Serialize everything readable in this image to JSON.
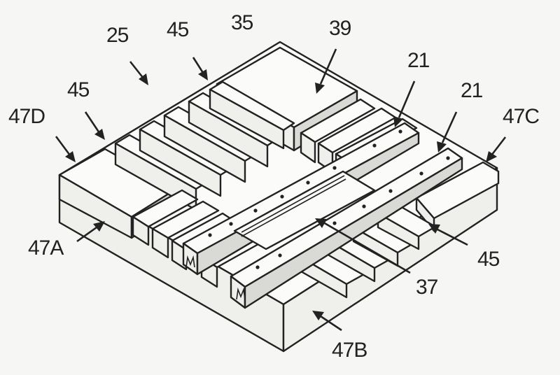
{
  "labels": {
    "l25": "25",
    "l45_top": "45",
    "l35": "35",
    "l39": "39",
    "l21_a": "21",
    "l21_b": "21",
    "l45_left": "45",
    "l47D": "47D",
    "l47C": "47C",
    "l47A": "47A",
    "l45_right": "45",
    "l37": "37",
    "l47B": "47B"
  }
}
